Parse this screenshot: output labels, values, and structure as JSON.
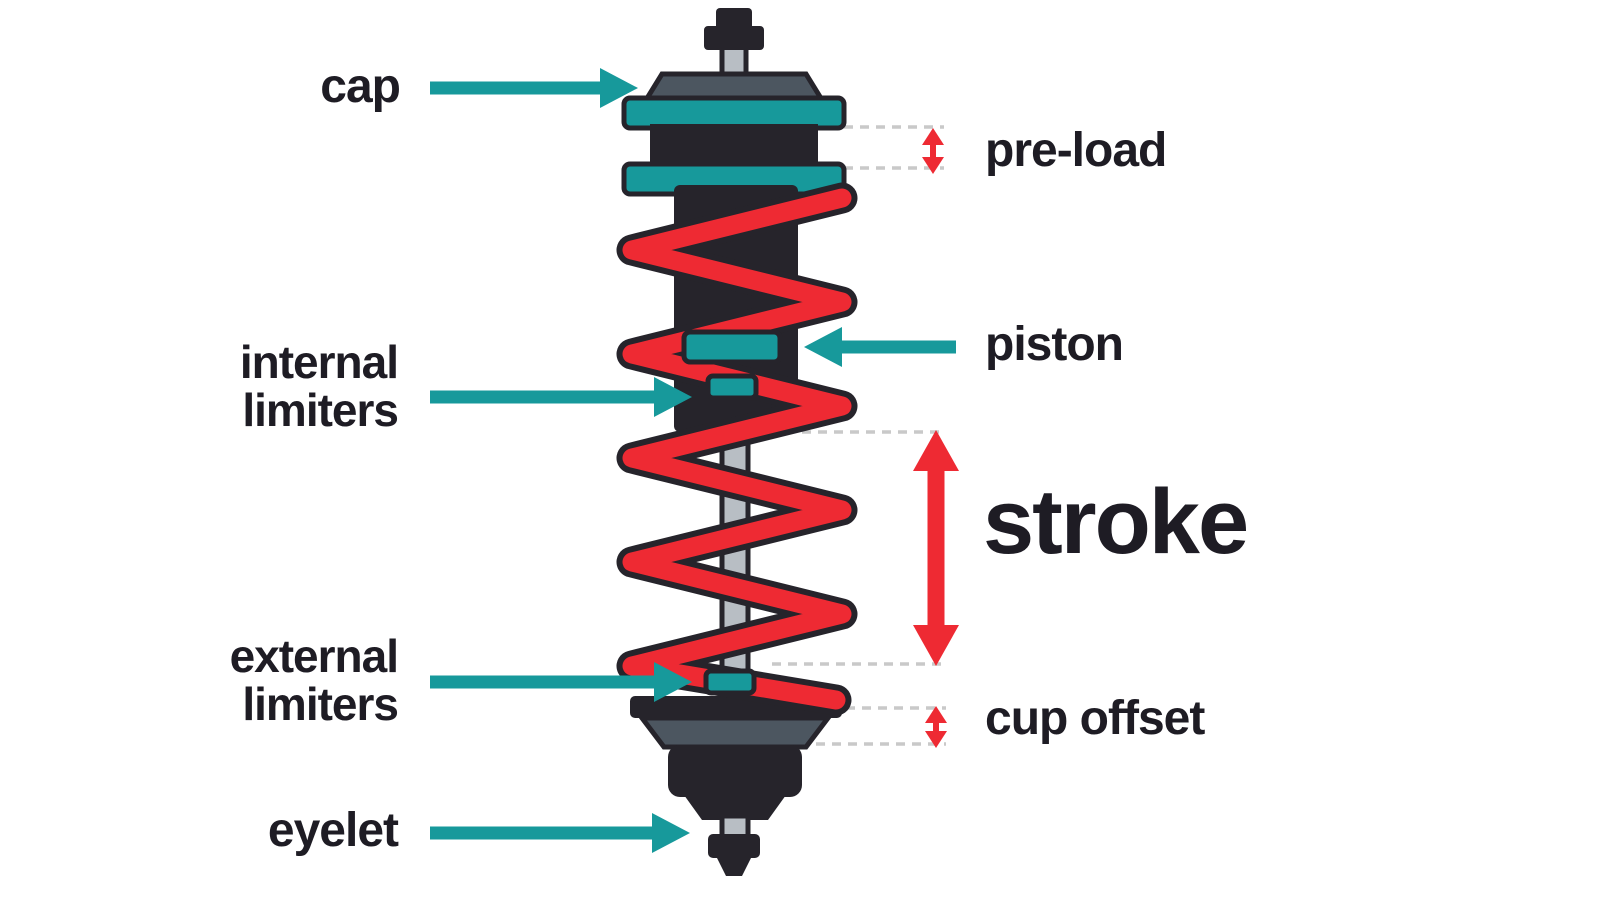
{
  "colors": {
    "teal": "#17999B",
    "red": "#EE2A33",
    "dark": "#26242B",
    "slate": "#4C5660",
    "shaft_gray": "#B8BEC4",
    "dashed_gray": "#C9C9C9",
    "text": "#1E1C24",
    "background": "#FFFFFF"
  },
  "labels": {
    "cap": "cap",
    "pre_load": "pre-load",
    "internal_limiters": {
      "line1": "internal",
      "line2": "limiters"
    },
    "piston": "piston",
    "stroke": "stroke",
    "external_limiters": {
      "line1": "external",
      "line2": "limiters"
    },
    "cup_offset": "cup offset",
    "eyelet": "eyelet"
  }
}
